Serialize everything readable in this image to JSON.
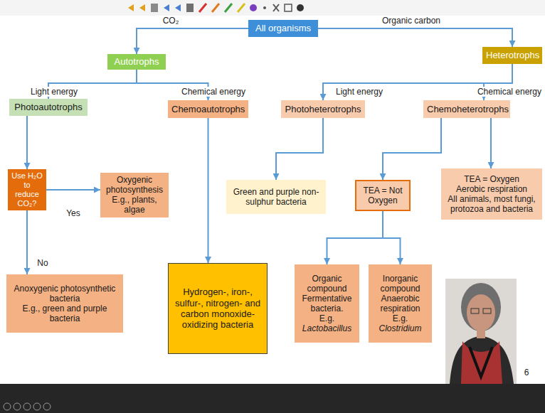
{
  "diagram": {
    "nodes": [
      {
        "text": [
          "All organisms"
        ]
      },
      {
        "text": [
          "Autotrophs"
        ]
      },
      {
        "text": [
          "Heterotrophs"
        ]
      },
      {
        "text": [
          "Photoautotrophs"
        ]
      },
      {
        "text": [
          "Chemoautotrophs"
        ]
      },
      {
        "text": [
          "Photoheterotrophs"
        ]
      },
      {
        "text": [
          "Chemoheterotrophs"
        ]
      },
      {
        "text": [
          "Use H₂O to reduce CO₂?"
        ]
      },
      {
        "text": [
          "Oxygenic photosynthesis",
          "E.g., plants, algae"
        ]
      },
      {
        "text": [
          "Green and purple non-sulphur bacteria"
        ]
      },
      {
        "text": [
          "TEA = Not Oxygen"
        ]
      },
      {
        "text": [
          "TEA = Oxygen",
          "Aerobic respiration",
          "All animals, most fungi, protozoa and bacteria"
        ]
      },
      {
        "text": [
          "Anoxygenic photosynthetic bacteria",
          "E.g., green and purple bacteria"
        ]
      },
      {
        "text": [
          "Hydrogen-, iron-, sulfur-, nitrogen- and carbon monoxide- oxidizing bacteria"
        ]
      },
      {
        "text": [
          "Organic compound",
          "Fermentative bacteria.",
          "E.g.",
          "Lactobacillus"
        ]
      },
      {
        "text": [
          "Inorganic compound",
          "Anaerobic respiration",
          "E.g.",
          "Clostridium"
        ]
      }
    ],
    "edges": [
      {
        "from": 0,
        "to": 1,
        "arrow": "to",
        "label": "CO₂"
      },
      {
        "from": 0,
        "to": 2,
        "arrow": "to",
        "label": "Organic carbon"
      },
      {
        "from": 1,
        "to": 3,
        "arrow": "to",
        "label": "Light energy"
      },
      {
        "from": 1,
        "to": 4,
        "arrow": "to",
        "label": "Chemical energy"
      },
      {
        "from": 2,
        "to": 5,
        "arrow": "to",
        "label": "Light energy"
      },
      {
        "from": 2,
        "to": 6,
        "arrow": "to",
        "label": "Chemical energy"
      },
      {
        "from": 3,
        "to": 7,
        "arrow": "to"
      },
      {
        "from": 7,
        "to": 8,
        "arrow": "to",
        "label": "Yes"
      },
      {
        "from": 7,
        "to": 12,
        "arrow": "to",
        "label": "No"
      },
      {
        "from": 4,
        "to": 13,
        "arrow": "to"
      },
      {
        "from": 5,
        "to": 9,
        "arrow": "to"
      },
      {
        "from": 6,
        "to": 10,
        "arrow": "to"
      },
      {
        "from": 6,
        "to": 11,
        "arrow": "to"
      },
      {
        "from": 10,
        "to": 14,
        "arrow": "to"
      },
      {
        "from": 10,
        "to": 15,
        "arrow": "to"
      }
    ],
    "labels": [
      "6"
    ]
  }
}
